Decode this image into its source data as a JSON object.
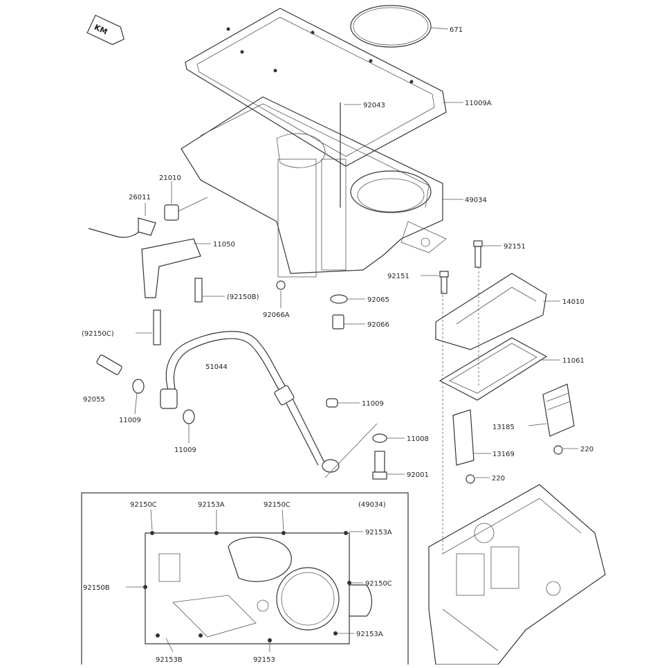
{
  "diagram": {
    "logo_text": "KM",
    "parts": [
      {
        "id": "p-671",
        "label": "671"
      },
      {
        "id": "p-11009A",
        "label": "11009A"
      },
      {
        "id": "p-92043",
        "label": "92043"
      },
      {
        "id": "p-49034",
        "label": "49034"
      },
      {
        "id": "p-21010",
        "label": "21010"
      },
      {
        "id": "p-26011",
        "label": "26011"
      },
      {
        "id": "p-11050",
        "label": "11050"
      },
      {
        "id": "p-92150B",
        "label": "(92150B)"
      },
      {
        "id": "p-92066A",
        "label": "92066A"
      },
      {
        "id": "p-92065",
        "label": "92065"
      },
      {
        "id": "p-92066",
        "label": "92066"
      },
      {
        "id": "p-92151-top",
        "label": "92151"
      },
      {
        "id": "p-92151-left",
        "label": "92151"
      },
      {
        "id": "p-14010",
        "label": "14010"
      },
      {
        "id": "p-11061",
        "label": "11061"
      },
      {
        "id": "p-92150C-left",
        "label": "(92150C)"
      },
      {
        "id": "p-51044",
        "label": "51044"
      },
      {
        "id": "p-92055",
        "label": "92055"
      },
      {
        "id": "p-11009-a",
        "label": "11009"
      },
      {
        "id": "p-11009-b",
        "label": "11009"
      },
      {
        "id": "p-11009-c",
        "label": "11009"
      },
      {
        "id": "p-11008",
        "label": "11008"
      },
      {
        "id": "p-92001",
        "label": "92001"
      },
      {
        "id": "p-13185",
        "label": "13185"
      },
      {
        "id": "p-13169",
        "label": "13169"
      },
      {
        "id": "p-220-a",
        "label": "220"
      },
      {
        "id": "p-220-b",
        "label": "220"
      }
    ],
    "inset": {
      "labels": [
        {
          "id": "i-92150C-a",
          "label": "92150C"
        },
        {
          "id": "i-92153A-top",
          "label": "92153A"
        },
        {
          "id": "i-92150C-b",
          "label": "92150C"
        },
        {
          "id": "i-49034",
          "label": "(49034)"
        },
        {
          "id": "i-92153A-right",
          "label": "92153A"
        },
        {
          "id": "i-92150B",
          "label": "92150B"
        },
        {
          "id": "i-92150C-right",
          "label": "92150C"
        },
        {
          "id": "i-92153A-bottom",
          "label": "92153A"
        },
        {
          "id": "i-92153B",
          "label": "92153B"
        },
        {
          "id": "i-92153",
          "label": "92153"
        }
      ]
    }
  }
}
